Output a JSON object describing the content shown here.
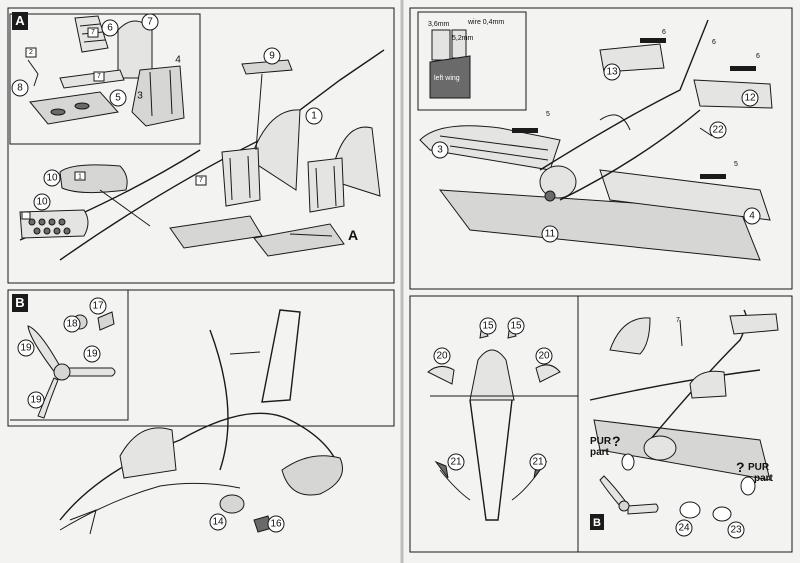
{
  "sections": {
    "a_tag": "A",
    "b_tag": "B",
    "a_ref": "A",
    "b_ref": "B"
  },
  "callouts": {
    "top_left": [
      "1",
      "6",
      "7",
      "8",
      "5",
      "2",
      "3",
      "4",
      "7",
      "7",
      "9",
      "1",
      "10",
      "10",
      "7"
    ],
    "top_right": [
      "13",
      "12",
      "22",
      "3",
      "4",
      "11"
    ],
    "bottom_left": [
      "17",
      "18",
      "19",
      "19",
      "19",
      "14",
      "16"
    ],
    "bottom_right": [
      "15",
      "15",
      "20",
      "20",
      "21",
      "21",
      "24",
      "23"
    ]
  },
  "parts_label": "7",
  "inset": {
    "dim_a": "3,6mm",
    "dim_b": "wire 0,4mm",
    "dim_c": "5,2mm",
    "wing_label": "left wing"
  },
  "marks": {
    "top_right": [
      "6",
      "6",
      "5",
      "5",
      "6"
    ],
    "bottom_right": [
      "7"
    ]
  },
  "pur": {
    "label1": "PUR",
    "label2": "part",
    "mark": "?"
  },
  "colors": {
    "paper": "#f3f3f1",
    "ink": "#1a1a1a",
    "grey": "#d6d6d4"
  }
}
